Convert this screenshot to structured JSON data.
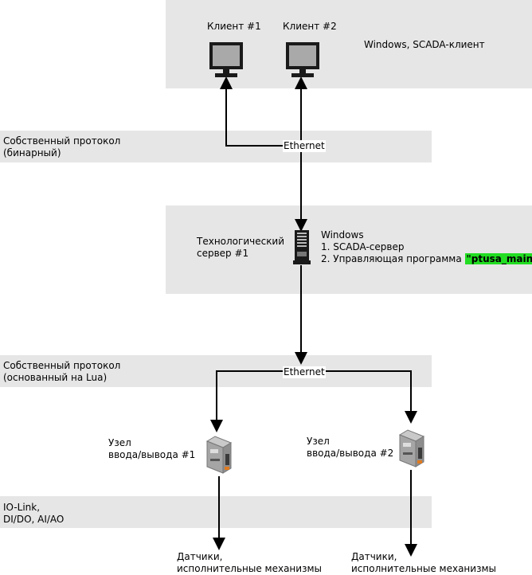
{
  "top_zone": {
    "client1": "Клиент #1",
    "client2": "Клиент #2",
    "os_note": "Windows, SCADA-клиент"
  },
  "net1": {
    "protocol_line1": "Собственный протокол",
    "protocol_line2": "(бинарный)",
    "link": "Ethernet"
  },
  "server_zone": {
    "server_label_line1": "Технологический",
    "server_label_line2": "сервер #1",
    "os": "Windows",
    "item1": "1. SCADA-сервер",
    "item2_prefix": "2. Управляющая программа ",
    "item2_highlight": "\"ptusa_main\""
  },
  "net2": {
    "protocol_line1": "Собственный протокол",
    "protocol_line2": "(основанный на Lua)",
    "link": "Ethernet"
  },
  "io_zone": {
    "node1_line1": "Узел",
    "node1_line2": "ввода/вывода #1",
    "node2_line1": "Узел",
    "node2_line2": "ввода/вывода #2"
  },
  "field_zone": {
    "bus_line1": "IO-Link,",
    "bus_line2": "DI/DO, AI/AO",
    "sensors1_line1": "Датчики,",
    "sensors1_line2": "исполнительные механизмы",
    "sensors2_line1": "Датчики,",
    "sensors2_line2": "исполнительные механизмы"
  },
  "colors": {
    "band": "#e6e6e6",
    "highlight": "#22dd22"
  }
}
